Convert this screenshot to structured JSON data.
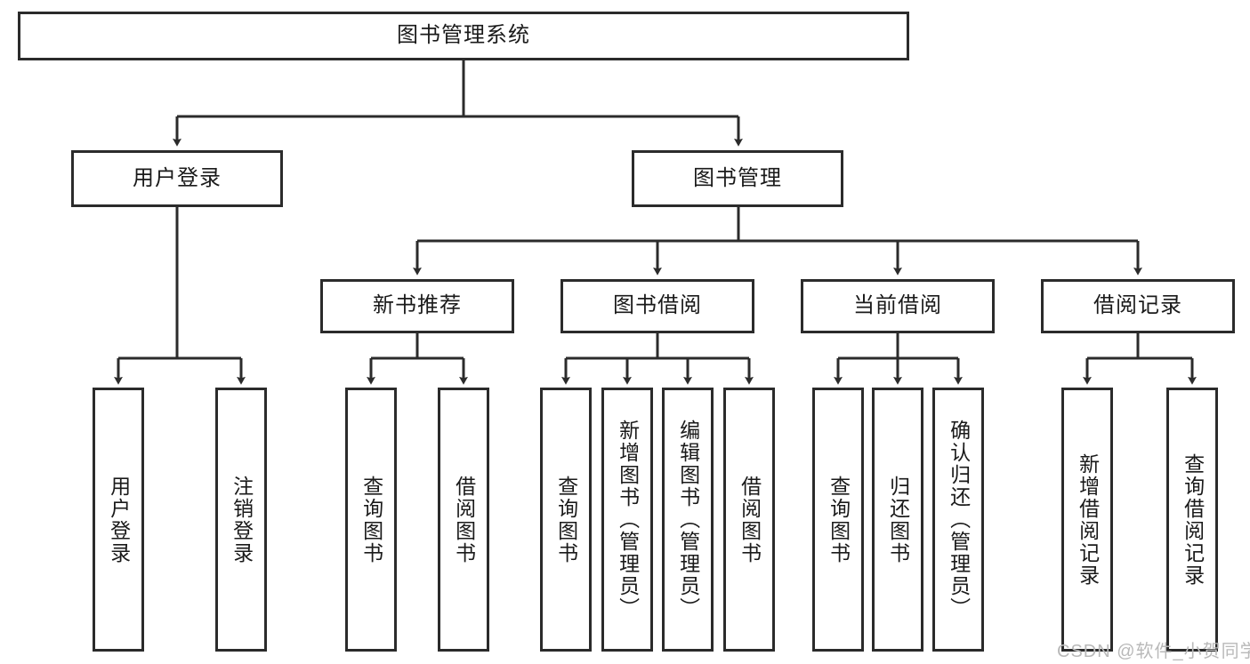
{
  "diagram": {
    "title": "图书管理系统",
    "type": "tree-hierarchy",
    "root": {
      "label": "图书管理系统"
    },
    "level2": [
      {
        "label": "用户登录"
      },
      {
        "label": "图书管理"
      }
    ],
    "level3": [
      {
        "label": "新书推荐"
      },
      {
        "label": "图书借阅"
      },
      {
        "label": "当前借阅"
      },
      {
        "label": "借阅记录"
      }
    ],
    "leaves": {
      "user_login": [
        {
          "label": "用户登录"
        },
        {
          "label": "注销登录"
        }
      ],
      "new_book_recommend": [
        {
          "label": "查询图书"
        },
        {
          "label": "借阅图书"
        }
      ],
      "book_borrow": [
        {
          "label": "查询图书"
        },
        {
          "label": "新增图书（管理员）"
        },
        {
          "label": "编辑图书（管理员）"
        },
        {
          "label": "借阅图书"
        }
      ],
      "current_borrow": [
        {
          "label": "查询图书"
        },
        {
          "label": "归还图书"
        },
        {
          "label": "确认归还（管理员）"
        }
      ],
      "borrow_record": [
        {
          "label": "新增借阅记录"
        },
        {
          "label": "查询借阅记录"
        }
      ]
    },
    "colors": {
      "stroke": "#2b2b2b",
      "fill": "#ffffff",
      "text": "#1a1a1a",
      "watermark": "#b9b9b9"
    }
  },
  "watermark": {
    "text": "CSDN @软件_小贺同学"
  }
}
